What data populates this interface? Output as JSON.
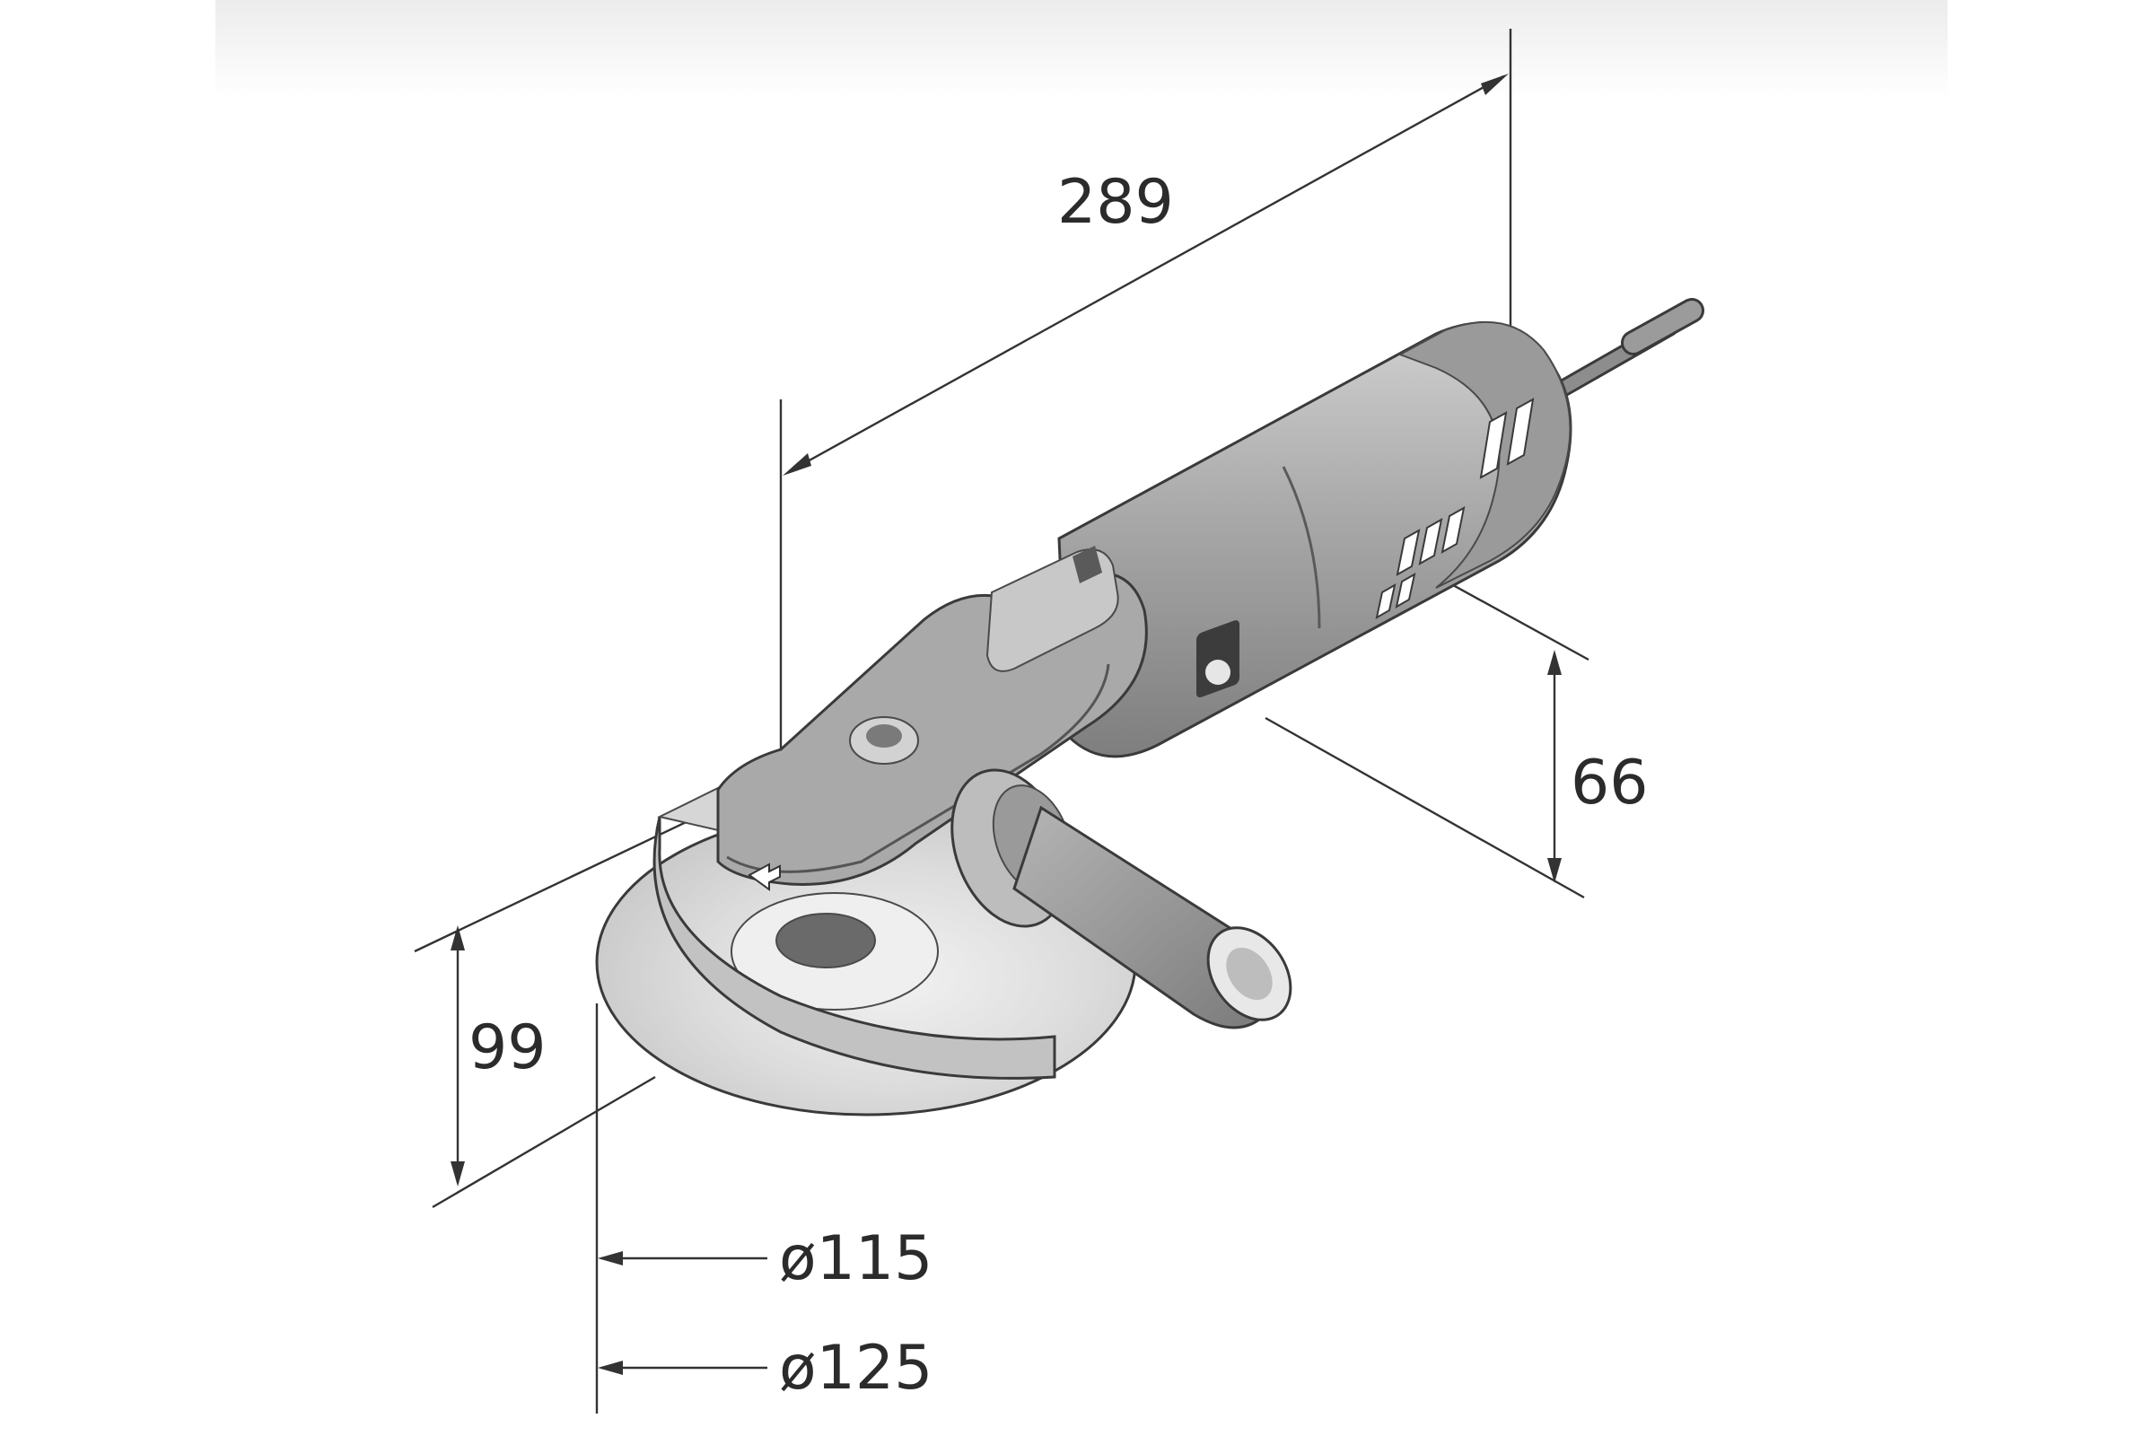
{
  "dimensions": {
    "length": "289",
    "height_body": "66",
    "height_total": "99",
    "disc_small": "ø115",
    "disc_large": "ø125"
  },
  "colors": {
    "body_dark": "#8c8c8c",
    "body_mid": "#a6a6a6",
    "body_light": "#c6c6c6",
    "disc": "#d6d6d6",
    "line": "#333333"
  }
}
